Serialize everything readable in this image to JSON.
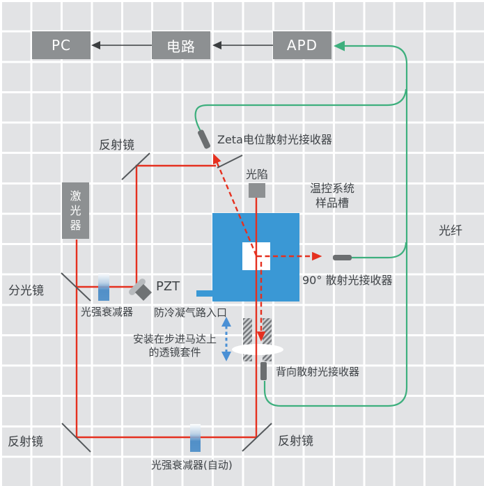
{
  "colors": {
    "laser_red": "#e5301f",
    "fiber_green": "#3daf7d",
    "cell_blue": "#3a98d5",
    "box_gray": "#8d9092",
    "receiver_gray": "#6b6e70",
    "mirror_gray": "#54585b",
    "stepper_arrow_blue": "#4a90d5",
    "grid_square": "#e2e3e5",
    "label_text": "#3f4347"
  },
  "top_row": {
    "pc_label": "PC",
    "circuit_label": "电路",
    "apd_label": "APD"
  },
  "labels": {
    "zeta_receiver": "Zeta电位散射光接收器",
    "light_trap": "光陷",
    "temp_line1": "温控系统",
    "temp_line2": "样品槽",
    "mirror_top": "反射镜",
    "mirror_bottom_left": "反射镜",
    "mirror_bottom_right": "反射镜",
    "laser": "激光器",
    "beam_splitter": "分光镜",
    "attenuator": "光强衰减器",
    "attenuator_auto": "光强衰减器(自动)",
    "pzt": "PZT",
    "gas_inlet": "防冷凝气路入口",
    "lens_line1": "安装在步进马达上",
    "lens_line2": "的透镜套件",
    "receiver_90": "90° 散射光接收器",
    "receiver_back": "背向散射光接收器",
    "fiber": "光纤"
  }
}
